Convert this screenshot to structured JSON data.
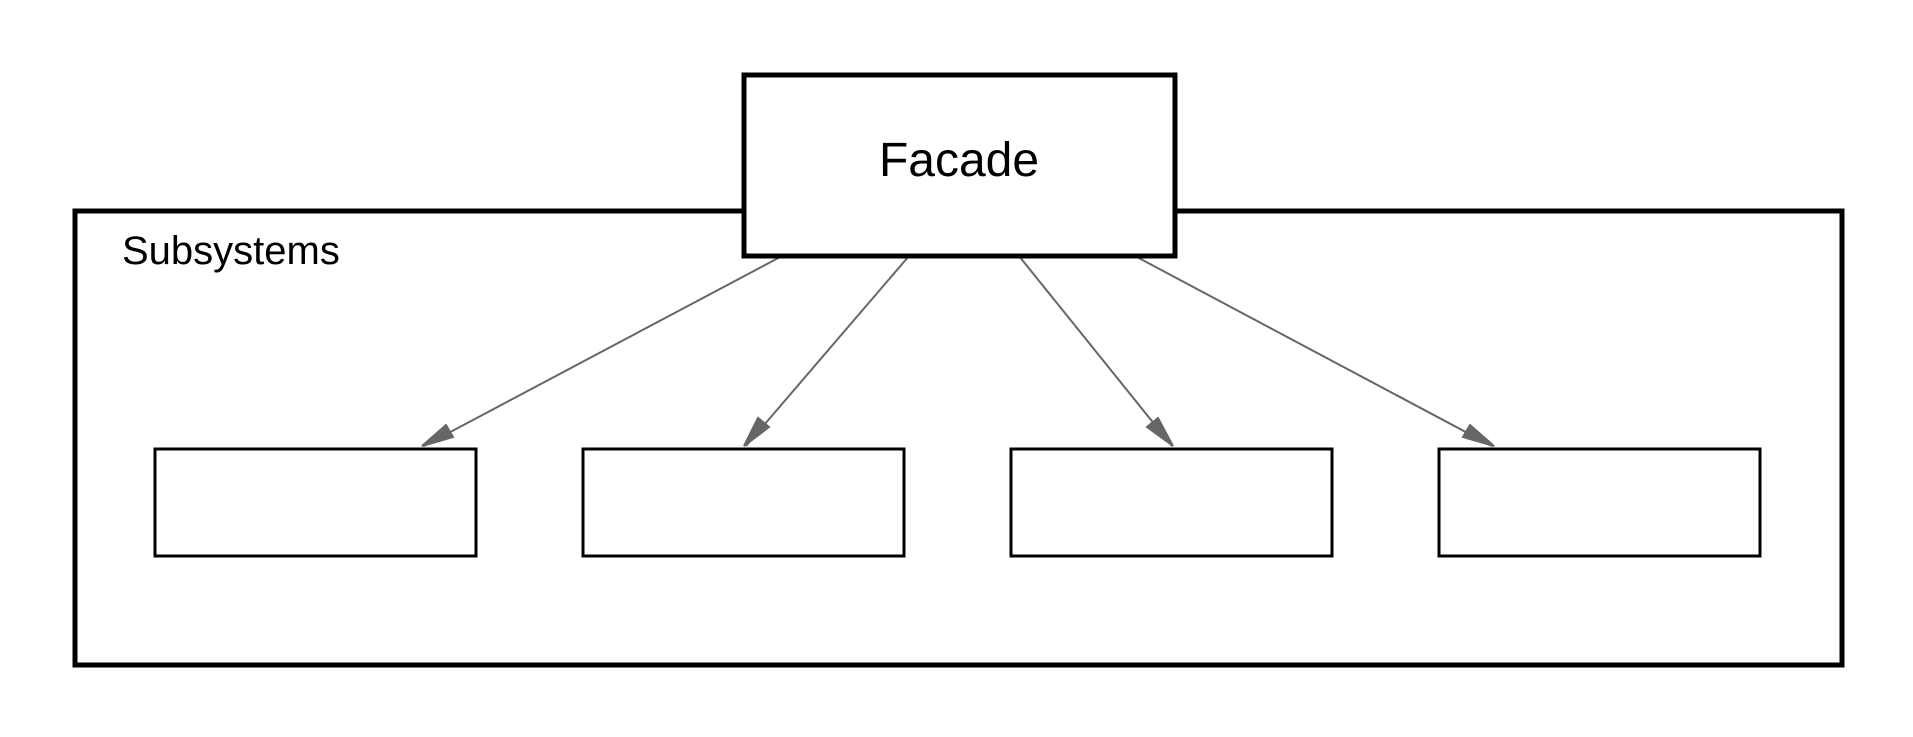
{
  "diagram": {
    "facade_label": "Facade",
    "group_label": "Subsystems",
    "subsystem_count": 4,
    "colors": {
      "stroke": "#000000",
      "arrow": "#666666",
      "background": "#ffffff"
    }
  }
}
